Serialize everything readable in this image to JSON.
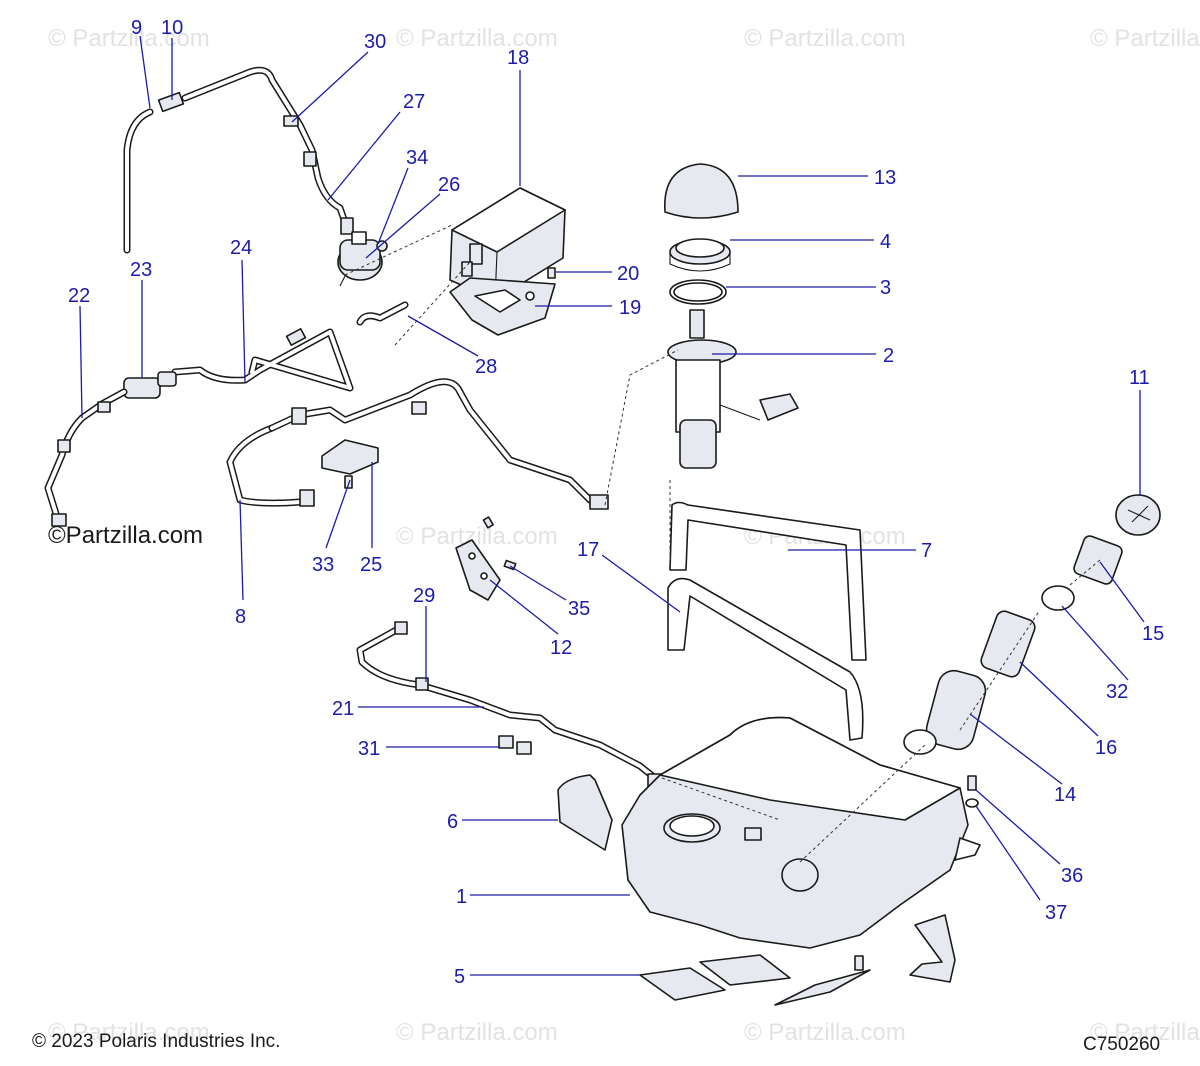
{
  "watermark": "© Partzilla.com",
  "partzilla_mark": "©Partzilla.com",
  "copyright": "© 2023 Polaris Industries Inc.",
  "diagram_code": "C750260",
  "callouts": {
    "c1": "1",
    "c2": "2",
    "c3": "3",
    "c4": "4",
    "c5": "5",
    "c6": "6",
    "c7": "7",
    "c8": "8",
    "c9": "9",
    "c10": "10",
    "c11": "11",
    "c12": "12",
    "c13": "13",
    "c14": "14",
    "c15": "15",
    "c16": "16",
    "c17": "17",
    "c18": "18",
    "c19": "19",
    "c20": "20",
    "c21": "21",
    "c22": "22",
    "c23": "23",
    "c24": "24",
    "c25": "25",
    "c26": "26",
    "c27": "27",
    "c28": "28",
    "c29": "29",
    "c30": "30",
    "c31": "31",
    "c32": "32",
    "c33": "33",
    "c34": "34",
    "c35": "35",
    "c36": "36",
    "c37": "37"
  },
  "colors": {
    "callout": "#1c1ca8",
    "line_art": "#1a1a1a",
    "part_fill": "#e6e9ef",
    "watermark": "#e2e2e2"
  }
}
